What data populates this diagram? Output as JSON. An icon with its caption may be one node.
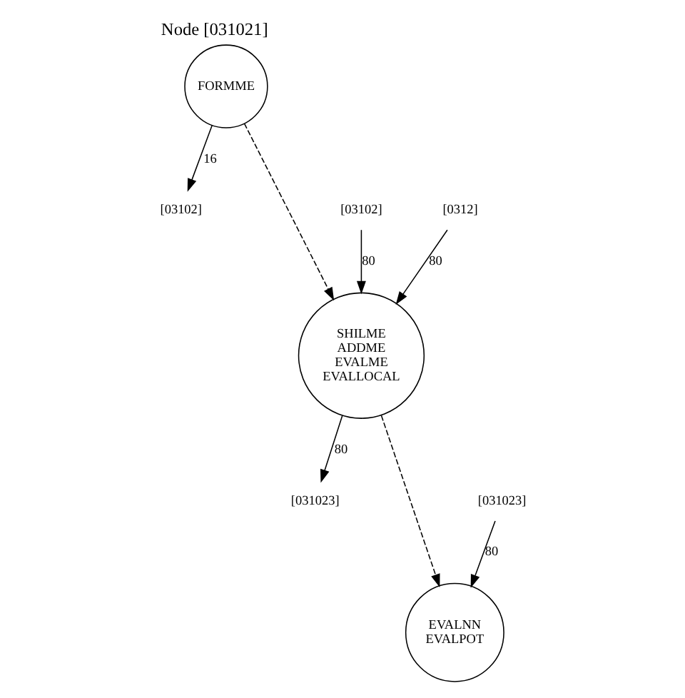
{
  "diagram": {
    "title": "Node [031021]",
    "nodes": [
      {
        "text": [
          "FORMME"
        ]
      },
      {
        "text": [
          "[03102]"
        ]
      },
      {
        "text": [
          "[03102]"
        ]
      },
      {
        "text": [
          "[0312]"
        ]
      },
      {
        "text": [
          "SHILME",
          "ADDME",
          "EVALME",
          "EVALLOCAL"
        ]
      },
      {
        "text": [
          "[031023]"
        ]
      },
      {
        "text": [
          "[031023]"
        ]
      },
      {
        "text": [
          "EVALNN",
          "EVALPOT"
        ]
      }
    ],
    "edges": [
      {
        "from": 0,
        "to": 1,
        "arrow": "to",
        "label": "16"
      },
      {
        "from": 0,
        "to": 4,
        "arrow": "to",
        "style": "dashed"
      },
      {
        "from": 2,
        "to": 4,
        "arrow": "to",
        "label": "80"
      },
      {
        "from": 3,
        "to": 4,
        "arrow": "to",
        "label": "80"
      },
      {
        "from": 4,
        "to": 5,
        "arrow": "to",
        "label": "80"
      },
      {
        "from": 4,
        "to": 7,
        "arrow": "to",
        "style": "dashed"
      },
      {
        "from": 6,
        "to": 7,
        "arrow": "to",
        "label": "80"
      }
    ]
  }
}
